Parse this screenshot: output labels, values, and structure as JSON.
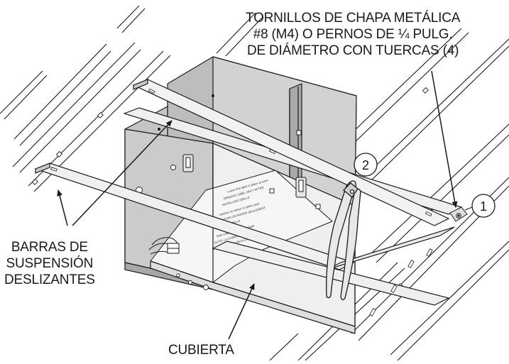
{
  "labels": {
    "screws": {
      "line1": "TORNILLOS DE CHAPA METÁLICA",
      "line2": "#8 (M4) O PERNOS DE ¼ PULG.",
      "line3": "DE DIÁMETRO CON TUERCAS (4)"
    },
    "bars": {
      "line1": "BARRAS DE",
      "line2": "SUSPENSIÓN",
      "line3": "DESLIZANTES"
    },
    "cover": "CUBIERTA"
  },
  "callouts": {
    "one": "1",
    "two": "2"
  },
  "colors": {
    "line": "#1a1a1a",
    "housing_front": "#cfcfcf",
    "housing_dark": "#b3b3b3",
    "housing_light": "#e4e4e4",
    "cover": "#f4f4f4",
    "bar": "#ededed",
    "background": "#ffffff"
  },
  "icons": [
    "pliers-icon",
    "screw-icon",
    "wire-connector-icon"
  ]
}
